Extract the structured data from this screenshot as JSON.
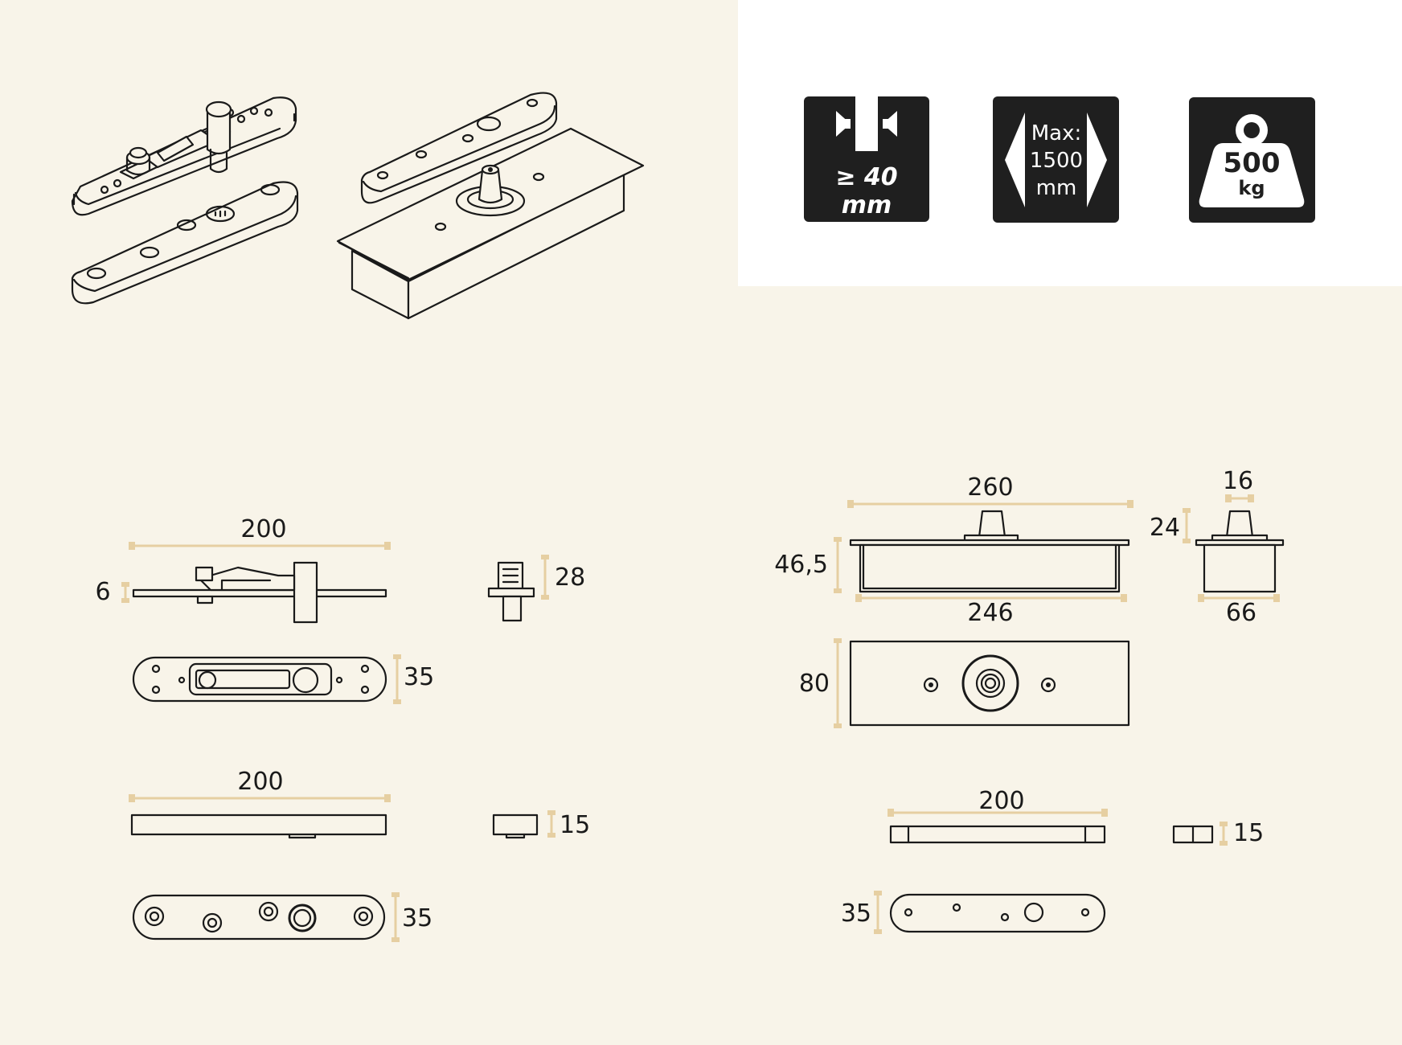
{
  "colors": {
    "background": "#f8f4e9",
    "panel": "#ffffff",
    "icon_bg": "#1f1f1f",
    "dimension_line": "#e6cfa2",
    "ink": "#1a1a1a"
  },
  "icons": {
    "thickness": {
      "icon": "glass-thickness-icon",
      "line1": "≥ 40",
      "line2": "mm"
    },
    "width": {
      "icon": "door-width-icon",
      "line1": "Max:",
      "line2": "1500",
      "line3": "mm"
    },
    "weight": {
      "icon": "weight-icon",
      "value": "500",
      "unit": "kg"
    }
  },
  "dimensions": {
    "top_pivot": {
      "length": "200",
      "height": "6",
      "side_height": "28",
      "plan_width": "35"
    },
    "bottom_plate": {
      "length": "200",
      "side_height": "15",
      "plan_width": "35"
    },
    "floor_box": {
      "cover_length": "260",
      "box_length": "246",
      "height": "46,5",
      "plan_width": "80",
      "side_top": "16",
      "side_height": "24",
      "side_width": "66"
    },
    "top_strap": {
      "length": "200",
      "side_height": "15",
      "plan_width": "35"
    }
  }
}
